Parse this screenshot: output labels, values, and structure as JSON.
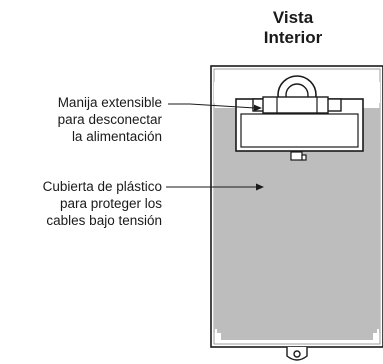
{
  "title_line1": "Vista",
  "title_line2": "Interior",
  "callouts": [
    {
      "lines": [
        "Manija extensible",
        "para desconectar",
        "la alimentación"
      ]
    },
    {
      "lines": [
        "Cubierta de plástico",
        "para proteger los",
        "cables bajo tensión"
      ]
    }
  ],
  "colors": {
    "panel_gray": "#bdbdbd",
    "outline": "#1a1a1a"
  }
}
